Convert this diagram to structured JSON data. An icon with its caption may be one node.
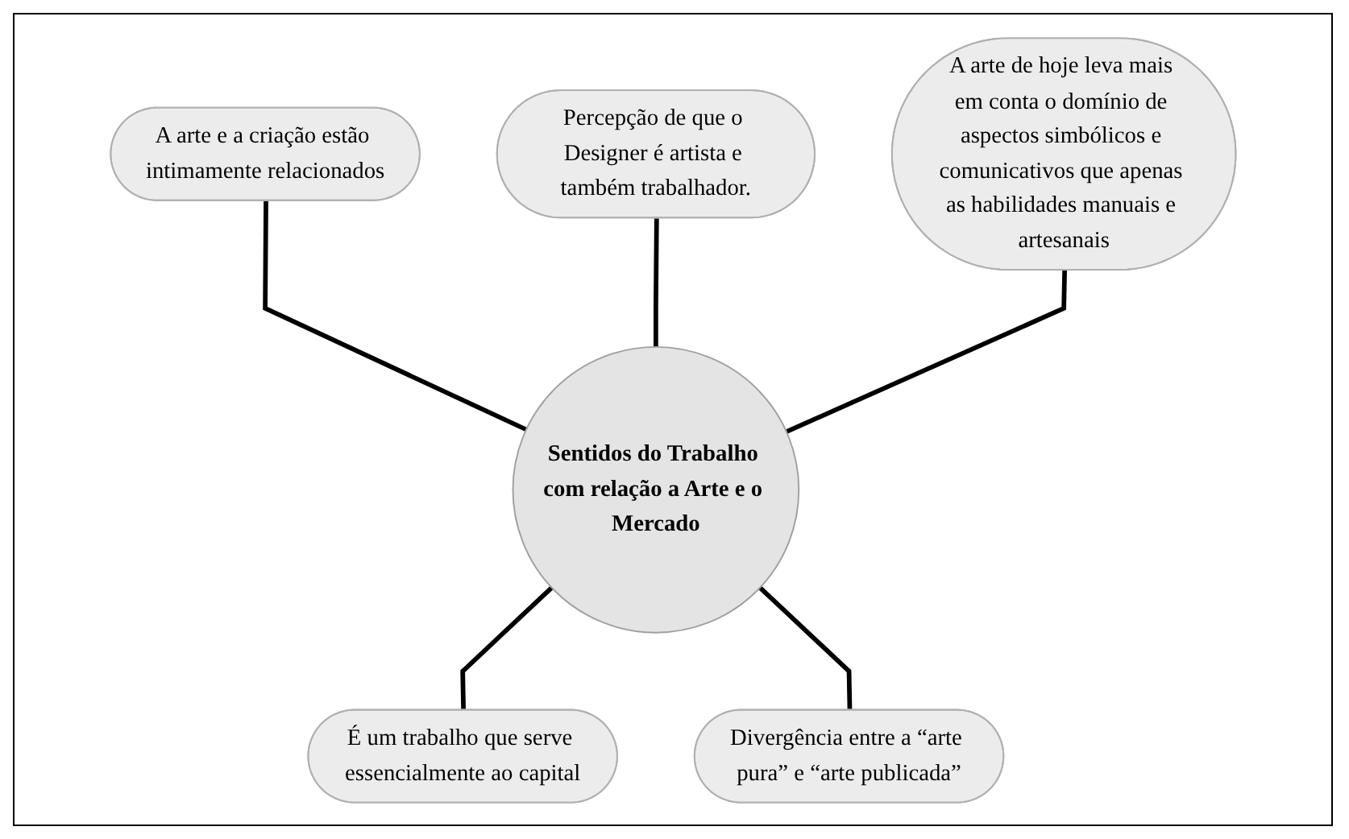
{
  "diagram": {
    "nodes": [
      {
        "text": [
          "A arte e a criação estão intimamente relacionados"
        ]
      },
      {
        "text": [
          "Percepção de que o Designer é artista e também trabalhador."
        ]
      },
      {
        "text": [
          "A arte de hoje leva mais em conta o domínio de aspectos simbólicos e comunicativos que apenas as habilidades manuais e artesanais"
        ]
      },
      {
        "text": [
          "Sentidos do Trabalho com relação a Arte e o Mercado"
        ]
      },
      {
        "text": [
          "É um trabalho que serve essencialmente ao capital"
        ]
      },
      {
        "text": [
          "Divergência entre a “arte pura” e “arte publicada”"
        ]
      }
    ],
    "edges": [
      {
        "from": 0,
        "to": 3,
        "arrow": "none"
      },
      {
        "from": 1,
        "to": 3,
        "arrow": "none"
      },
      {
        "from": 2,
        "to": 3,
        "arrow": "none"
      },
      {
        "from": 3,
        "to": 4,
        "arrow": "none"
      },
      {
        "from": 3,
        "to": 5,
        "arrow": "none"
      }
    ]
  }
}
